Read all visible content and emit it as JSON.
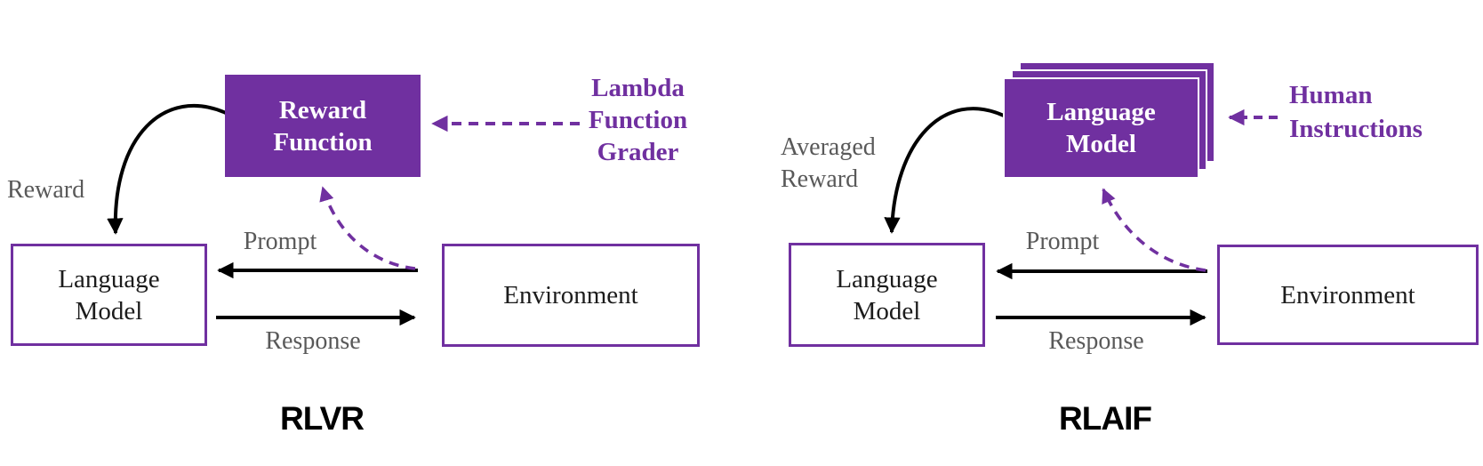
{
  "colors": {
    "accent_purple": "#7030A0",
    "gray_text": "#595959",
    "black": "#000000",
    "background": "#FFFFFF"
  },
  "rlvr": {
    "title": "RLVR",
    "reward_function_box": {
      "line1": "Reward",
      "line2": "Function"
    },
    "grader_label": {
      "line1": "Lambda",
      "line2": "Function",
      "line3": "Grader"
    },
    "reward_label": "Reward",
    "language_model_box": {
      "line1": "Language",
      "line2": "Model"
    },
    "environment_box": "Environment",
    "prompt_label": "Prompt",
    "response_label": "Response"
  },
  "rlaif": {
    "title": "RLAIF",
    "judge_stack_box": {
      "line1": "Language",
      "line2": "Model"
    },
    "instructions_label": {
      "line1": "Human",
      "line2": "Instructions"
    },
    "averaged_reward_label": {
      "line1": "Averaged",
      "line2": "Reward"
    },
    "language_model_box": {
      "line1": "Language",
      "line2": "Model"
    },
    "environment_box": "Environment",
    "prompt_label": "Prompt",
    "response_label": "Response"
  }
}
